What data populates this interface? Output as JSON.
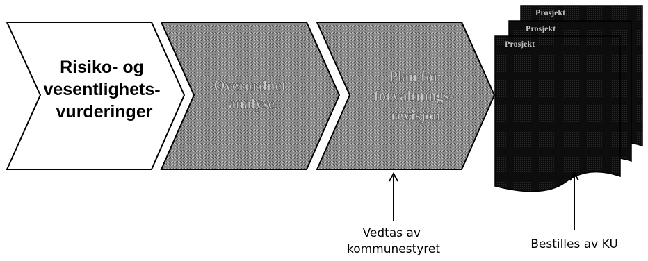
{
  "steps": [
    {
      "lines": [
        "Risiko- og",
        "vesentlighets-",
        "vurderinger"
      ]
    },
    {
      "lines": [
        "Overordnet",
        "analyse"
      ]
    },
    {
      "lines": [
        "Plan for",
        "forvaltnings-",
        "revisjon"
      ]
    }
  ],
  "document_stack": {
    "page_labels": [
      "Prosjekt",
      "Prosjekt",
      "Prosjekt"
    ]
  },
  "annotations": [
    {
      "lines": [
        "Vedtas av",
        "kommunestyret"
      ]
    },
    {
      "lines": [
        "Bestilles av KU"
      ]
    }
  ],
  "colors": {
    "first_step_fill": "#ffffff",
    "gray_step_fill": "#7a7a7a",
    "document_fill": "#0a0a0a",
    "outline": "#000000"
  }
}
